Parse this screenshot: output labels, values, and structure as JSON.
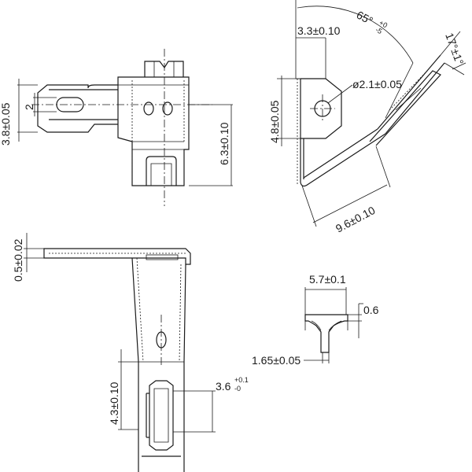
{
  "dimensions": {
    "d_3_8": "3.8±0.05",
    "d_2": "2",
    "d_6_3": "6.3±0.10",
    "d_3_3": "3.3±0.10",
    "d_65": "65°",
    "d_65_tol_top": "+0",
    "d_65_tol_bot": "-5",
    "d_17": "17°±1°",
    "d_4_8": "4.8±0.05",
    "d_hole": "ø2.1±0.05",
    "d_9_6": "9.6±0.10",
    "d_0_5": "0.5±0.02",
    "d_4_3": "4.3±0.10",
    "d_3_6": "3.6",
    "d_3_6_tol_top": "+0.1",
    "d_3_6_tol_bot": "-0",
    "d_5_7": "5.7±0.1",
    "d_0_6": "0.6",
    "d_1_65": "1.65±0.05"
  }
}
